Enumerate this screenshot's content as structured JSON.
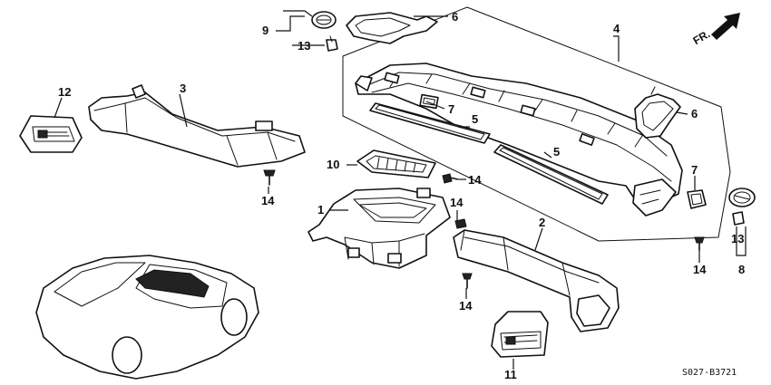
{
  "diagram": {
    "direction_label": "FR.",
    "drawing_code": "S027-B3721",
    "callouts": {
      "c1": "1",
      "c2": "2",
      "c3": "3",
      "c4": "4",
      "c5a": "5",
      "c5b": "5",
      "c6a": "6",
      "c6b": "6",
      "c7a": "7",
      "c7b": "7",
      "c8": "8",
      "c9": "9",
      "c10": "10",
      "c11": "11",
      "c12": "12",
      "c13a": "13",
      "c13b": "13",
      "c14a": "14",
      "c14b": "14",
      "c14c": "14",
      "c14d": "14",
      "c14e": "14"
    }
  }
}
